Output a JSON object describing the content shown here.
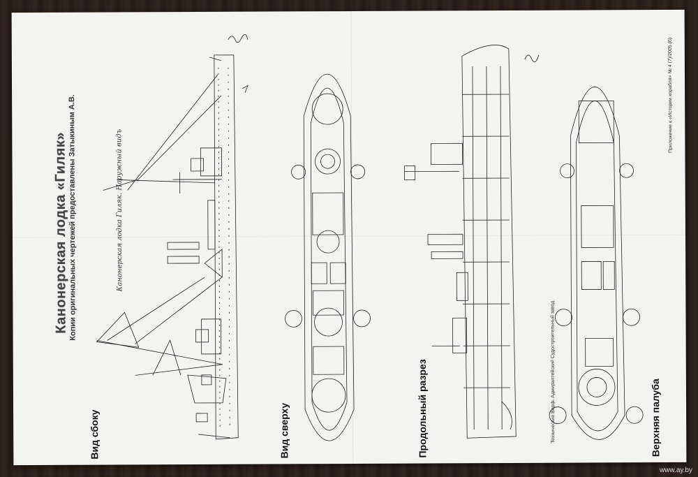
{
  "poster": {
    "title": "Канонерская лодка «Гиляк»",
    "subtitle": "Копии оригинальных чертежей предоставлены Затыкиным А.В.",
    "handwritten_title": "Канонерская лодка Гиляк. Наружный видъ",
    "labels": {
      "side_view": "Вид сбоку",
      "top_view": "Вид сверху",
      "section": "Продольный разрез",
      "upper_deck": "Верхняя палуба"
    },
    "imprint": "Приложение к «Истории корабля» № 4 (7)/2005 (6)",
    "stamp_text": "Технические Верф. Адмиралтейский Судостроительный завод"
  },
  "watermark": "www.ay.by"
}
